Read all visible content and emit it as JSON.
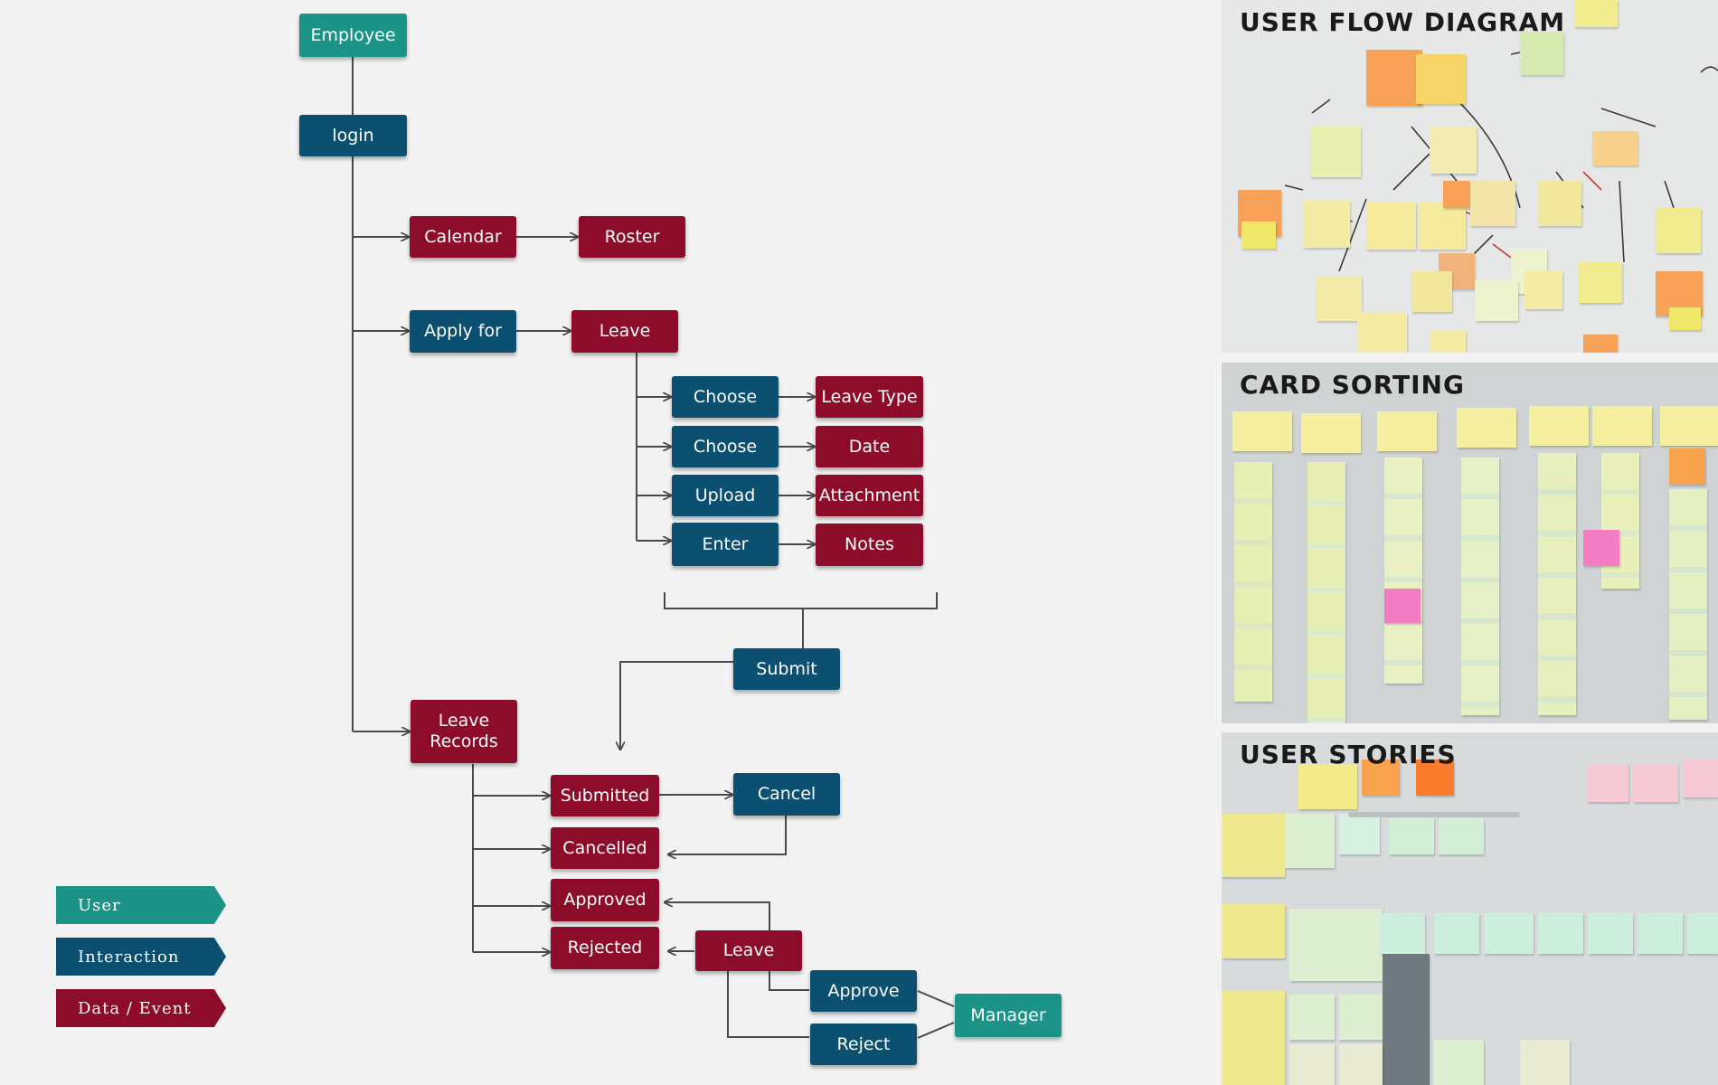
{
  "colors": {
    "user": "#1b9387",
    "interaction": "#0b4f71",
    "data": "#8c0c29",
    "connector": "#4a4a4a",
    "background": "#f2f2f2"
  },
  "flow": {
    "employee": "Employee",
    "login": "login",
    "calendar": "Calendar",
    "roster": "Roster",
    "apply_for": "Apply for",
    "leave": "Leave",
    "choose_type": "Choose",
    "leave_type": "Leave Type",
    "choose_date": "Choose",
    "date": "Date",
    "upload": "Upload",
    "attachment": "Attachment",
    "enter": "Enter",
    "notes": "Notes",
    "submit": "Submit",
    "leave_records": "Leave\nRecords",
    "submitted": "Submitted",
    "cancel": "Cancel",
    "cancelled": "Cancelled",
    "approved": "Approved",
    "rejected": "Rejected",
    "leave_pending": "Leave",
    "approve": "Approve",
    "reject": "Reject",
    "manager": "Manager"
  },
  "legend": {
    "user": "User",
    "interaction": "Interaction",
    "data_event": "Data / Event"
  },
  "panels": {
    "user_flow": "USER FLOW DIAGRAM",
    "card_sorting": "CARD SORTING",
    "user_stories": "USER STORIES"
  }
}
